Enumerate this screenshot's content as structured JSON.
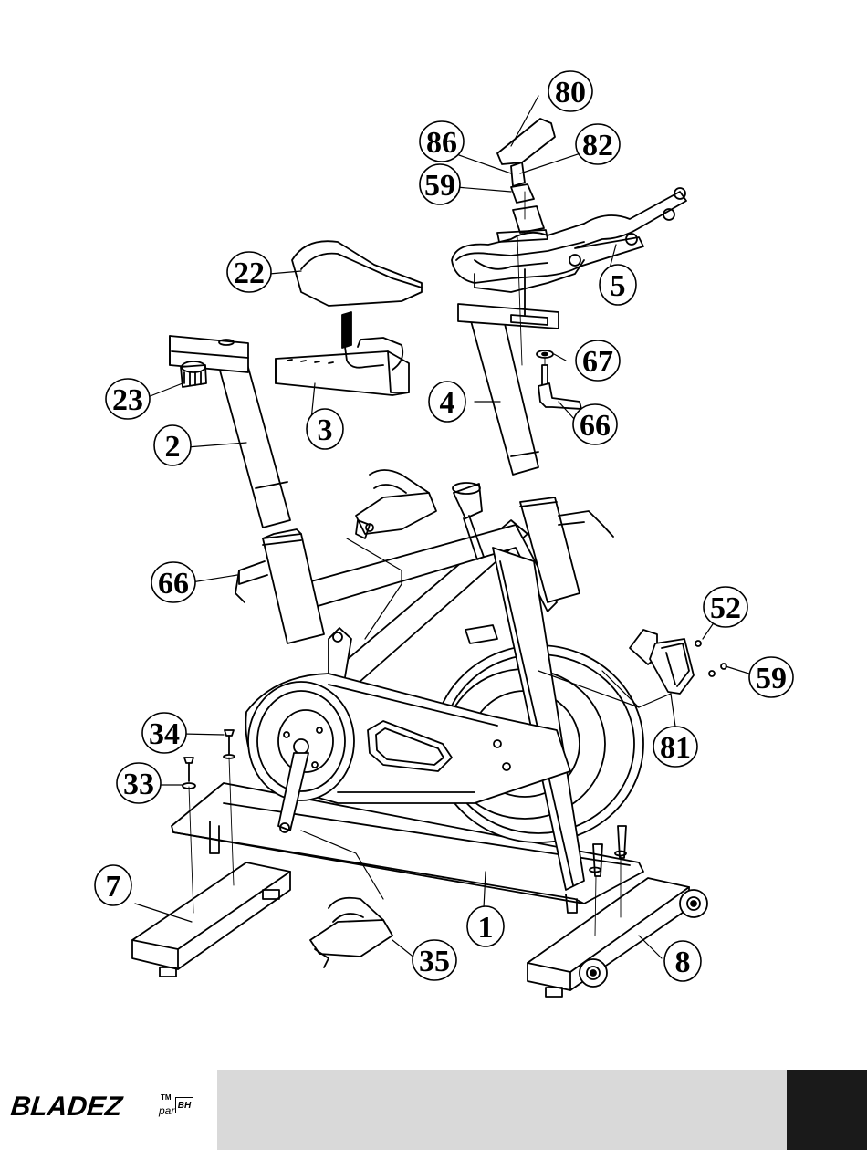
{
  "callouts": {
    "c80": "80",
    "c86": "86",
    "c82": "82",
    "c59a": "59",
    "c5": "5",
    "c22": "22",
    "c67": "67",
    "c23": "23",
    "c4": "4",
    "c3": "3",
    "c66a": "66",
    "c2": "2",
    "c66b": "66",
    "c52": "52",
    "c59b": "59",
    "c34": "34",
    "c81": "81",
    "c33": "33",
    "c7": "7",
    "c1": "1",
    "c8": "8",
    "c35": "35"
  },
  "footer": {
    "brand": "BLADEZ",
    "tm": "TM",
    "par": "par",
    "bh": "BH"
  }
}
